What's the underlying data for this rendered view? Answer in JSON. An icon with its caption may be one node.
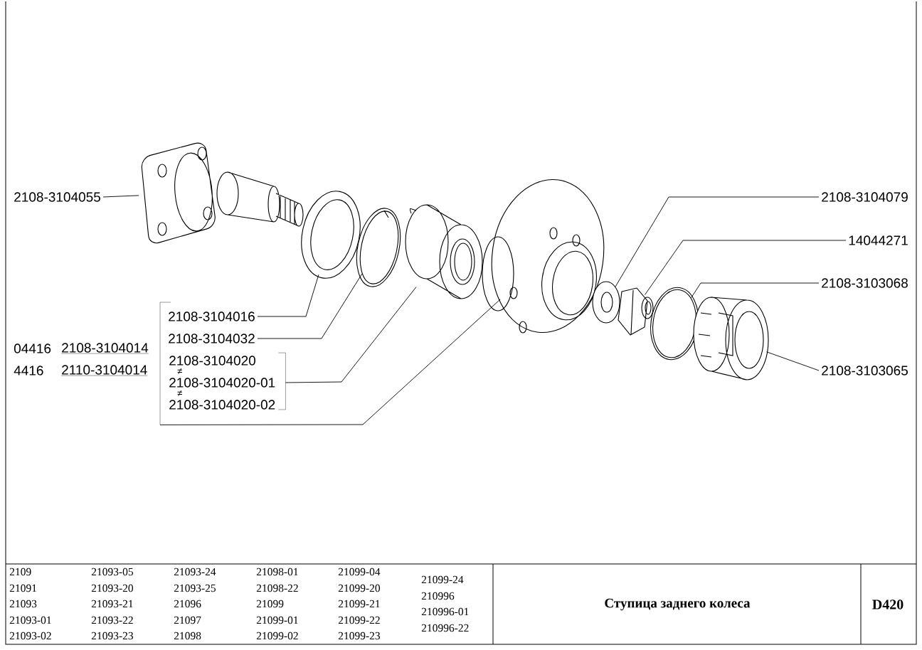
{
  "diagram": {
    "title": "Ступица заднего колеса",
    "nodes": [
      {
        "text": [
          "2108-3104055"
        ]
      },
      {
        "text": [],
        "shape": "picture"
      },
      {
        "text": [],
        "shape": "picture"
      },
      {
        "text": [],
        "shape": "picture"
      },
      {
        "text": [],
        "shape": "picture"
      },
      {
        "text": [],
        "shape": "picture"
      },
      {
        "text": [],
        "shape": "picture"
      },
      {
        "text": [],
        "shape": "picture"
      },
      {
        "text": [],
        "shape": "picture"
      },
      {
        "text": [],
        "shape": "picture"
      },
      {
        "text": [
          "2108-3104079"
        ]
      },
      {
        "text": [
          "14044271"
        ]
      },
      {
        "text": [
          "2108-3103068"
        ]
      },
      {
        "text": [
          "2108-3103065"
        ]
      },
      {
        "text": [],
        "shape": "bracket"
      },
      {
        "text": [
          "2108-3104016"
        ]
      },
      {
        "text": [
          "2108-3104032"
        ]
      },
      {
        "text": [
          "2108-3104020",
          "2108-3104020-01",
          "2108-3104020-02"
        ]
      }
    ],
    "edges": [
      {
        "from": 0,
        "to": 1,
        "arrow": "none"
      },
      {
        "from": 15,
        "to": 2,
        "arrow": "none"
      },
      {
        "from": 16,
        "to": 3,
        "arrow": "none"
      },
      {
        "from": 17,
        "to": 4,
        "arrow": "none"
      },
      {
        "from": 14,
        "to": 5,
        "arrow": "none"
      },
      {
        "from": 10,
        "to": 6,
        "arrow": "none"
      },
      {
        "from": 11,
        "to": 7,
        "arrow": "none"
      },
      {
        "from": 12,
        "to": 8,
        "arrow": "none"
      },
      {
        "from": 13,
        "to": 9,
        "arrow": "none"
      }
    ],
    "labels": [
      "04416",
      "2108-3104014",
      "4416",
      "2110-3104014",
      "≠",
      "≠",
      "2109",
      "21093-05",
      "21093-24",
      "21098-01",
      "21099-04",
      "21099-24",
      "21091",
      "21093-20",
      "21093-25",
      "21098-22",
      "21099-20",
      "210996",
      "21093",
      "21093-21",
      "21096",
      "21099",
      "21099-21",
      "210996-01",
      "21093-01",
      "21093-22",
      "21097",
      "21099-01",
      "21099-22",
      "210996-22",
      "21093-02",
      "21093-23",
      "21098",
      "21099-02",
      "21099-23",
      "D420"
    ]
  }
}
